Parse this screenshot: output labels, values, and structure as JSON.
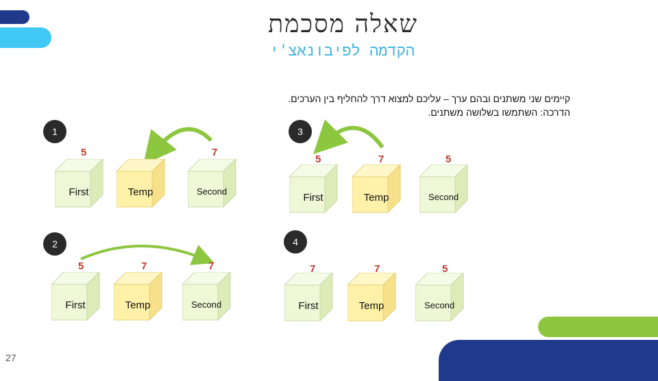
{
  "title": "שאלה מסכמת",
  "subtitle": "הקדמה לפיבונאצ'י",
  "description": {
    "line1": "קיימים שני משתנים ובהם ערך – עליכם למצוא דרך להחליף בין הערכים.",
    "line2": "הדרכה: השתמשו בשלושה משתנים."
  },
  "steps": [
    {
      "number": "1",
      "labels": [
        "First",
        "Temp",
        "Second"
      ],
      "values": [
        "5",
        "",
        "7"
      ]
    },
    {
      "number": "2",
      "labels": [
        "First",
        "Temp",
        "Second"
      ],
      "values": [
        "5",
        "7",
        "7"
      ]
    },
    {
      "number": "3",
      "labels": [
        "First",
        "Temp",
        "Second"
      ],
      "values": [
        "5",
        "7",
        "5"
      ]
    },
    {
      "number": "4",
      "labels": [
        "First",
        "Temp",
        "Second"
      ],
      "values": [
        "7",
        "7",
        "5"
      ]
    }
  ],
  "page_number": "27",
  "colors": {
    "box_green": "#eef8d6",
    "box_yellow": "#fff2a8",
    "arrow": "#8dc63f",
    "navy": "#1f3a8a",
    "cyan": "#42c8f4"
  }
}
